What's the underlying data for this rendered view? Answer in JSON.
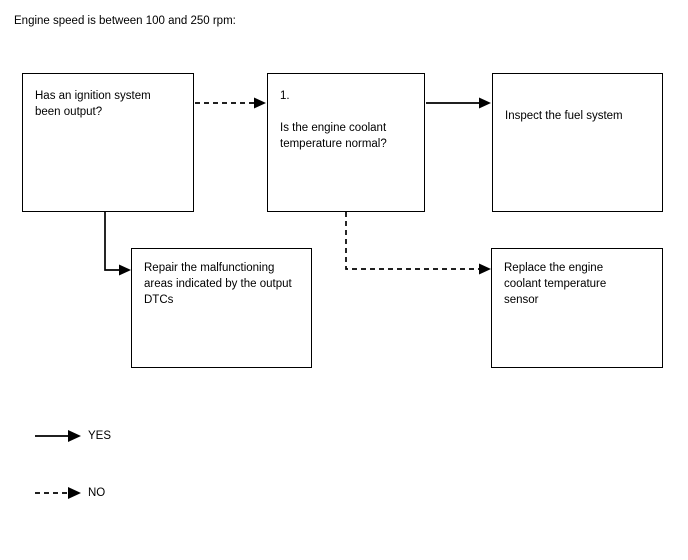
{
  "caption": "Engine speed is between 100 and 250 rpm:",
  "nodes": {
    "ignition": {
      "text": "Has an ignition system\nbeen output?"
    },
    "coolant": {
      "text": "1.\n\nIs the engine coolant\ntemperature normal?"
    },
    "fuel": {
      "text": "Inspect the fuel system"
    },
    "repair": {
      "text": "Repair the malfunctioning\nareas indicated by the output\nDTCs"
    },
    "replace": {
      "text": "Replace the engine\ncoolant temperature\nsensor"
    }
  },
  "legend": {
    "yes": "YES",
    "no": "NO"
  },
  "colors": {
    "line": "#000000",
    "box_border": "#000000",
    "background": "#ffffff",
    "text": "#000000"
  }
}
